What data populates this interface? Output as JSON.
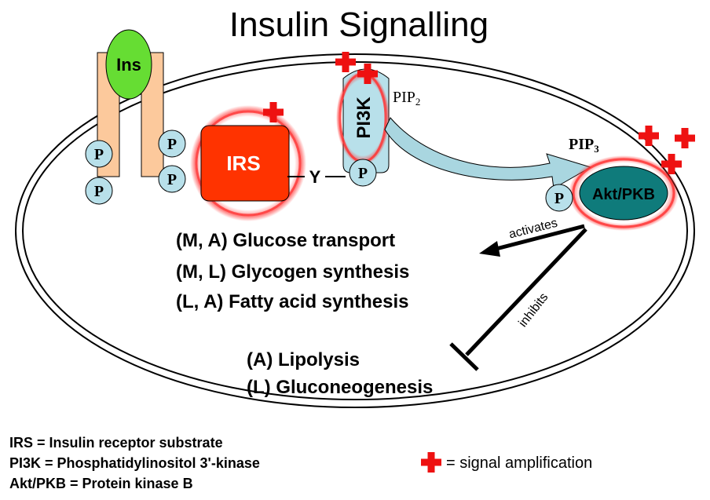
{
  "title": "Insulin Signalling",
  "labels": {
    "ins": "Ins",
    "p": "P",
    "irs": "IRS",
    "y": "Y",
    "pi3k": "PI3K",
    "pip2": "PIP",
    "pip2_sub": "2",
    "pip3": "PIP",
    "pip3_sub": "3",
    "akt": "Akt/PKB",
    "activates": "activates",
    "inhibits": "inhibits"
  },
  "activated_effects": [
    "(M, A) Glucose transport",
    "(M, L) Glycogen synthesis",
    "(L, A) Fatty acid synthesis"
  ],
  "inhibited_effects": [
    "(A) Lipolysis",
    "(L) Gluconeogenesis"
  ],
  "abbreviations": [
    "IRS = Insulin receptor substrate",
    "PI3K = Phosphatidylinositol 3'-kinase",
    "Akt/PKB = Protein kinase B"
  ],
  "legend": {
    "amplification": "= signal amplification"
  },
  "colors": {
    "ins_fill": "#66dd33",
    "receptor_fill": "#fcc99c",
    "p_fill": "#b8e0ea",
    "irs_fill": "#ff3300",
    "pi3k_fill": "#b8e0ea",
    "akt_fill": "#0f7b7b",
    "halo": "#ff3333",
    "cross": "#ee1111",
    "arrow_fill": "#a9d6e0"
  }
}
